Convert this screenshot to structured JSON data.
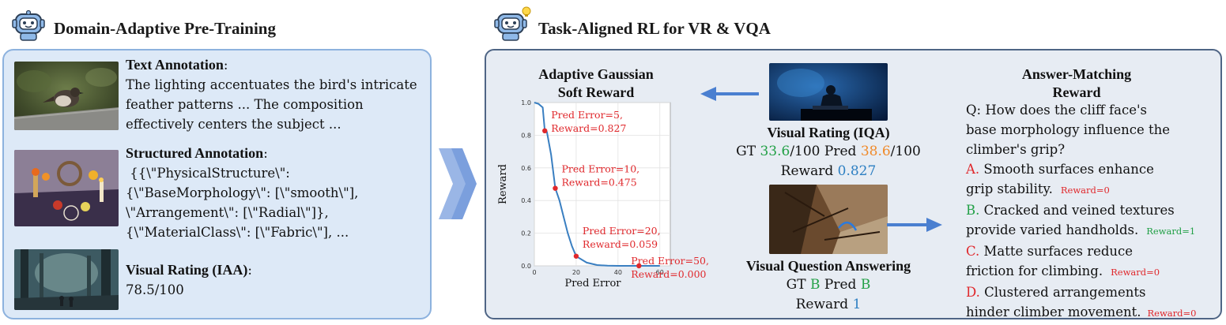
{
  "left": {
    "heading": "Domain-Adaptive Pre-Training",
    "text_annotation": {
      "label": "Text Annotation",
      "label_suffix": ":",
      "lines": [
        "The lighting accentuates the bird's intricate",
        "feather patterns ... The composition",
        "effectively centers the subject ..."
      ]
    },
    "structured_annotation": {
      "label": "Structured Annotation",
      "label_suffix": ":",
      "lines": [
        " {{\\\"PhysicalStructure\\\":",
        "{\\\"BaseMorphology\\\": [\\\"smooth\\\"],",
        "\\\"Arrangement\\\": [\\\"Radial\\\"]},",
        "{\\\"MaterialClass\\\": [\\\"Fabric\\\"], ..."
      ]
    },
    "visual_rating": {
      "label": "Visual Rating (IAA)",
      "label_suffix": ":",
      "value": "78.5/100"
    }
  },
  "right": {
    "heading": "Task-Aligned RL for VR & VQA",
    "gaussian": {
      "title_line1": "Adaptive Gaussian",
      "title_line2": "Soft Reward"
    },
    "iqa": {
      "title": "Visual Rating (IQA)",
      "gt_prefix": "GT ",
      "gt_value": "33.6",
      "gt_suffix": "/100 Pred ",
      "pred_value": "38.6",
      "pred_suffix": "/100",
      "reward_prefix": "Reward ",
      "reward_value": "0.827"
    },
    "vqa": {
      "title": "Visual Question Answering",
      "gt_prefix": "GT ",
      "gt_value": "B",
      "pred_prefix": " Pred ",
      "pred_value": "B",
      "reward_prefix": "Reward ",
      "reward_value": "1"
    },
    "answer_matching": {
      "title_line1": "Answer-Matching",
      "title_line2": "Reward",
      "question_lines": [
        "Q: How does the cliff face's",
        "base morphology influence the",
        "climber's grip?"
      ],
      "options": [
        {
          "letter": "A.",
          "line1": " Smooth surfaces enhance",
          "line2": "grip stability.",
          "reward": "Reward=0"
        },
        {
          "letter": "B.",
          "line1": " Cracked and veined textures",
          "line2": "provide varied handholds.",
          "reward": "Reward=1"
        },
        {
          "letter": "C.",
          "line1": " Matte surfaces reduce",
          "line2": "friction for climbing.",
          "reward": "Reward=0"
        },
        {
          "letter": "D.",
          "line1": " Clustered arrangements",
          "line2": "hinder climber movement.",
          "reward": "Reward=0"
        }
      ]
    }
  },
  "colors": {
    "correct": "#22a046",
    "wrong": "#e0282c",
    "gt": "#22a046",
    "pred": "#f08a2a",
    "reward": "#2d7fc2",
    "curve": "#3a7fc1",
    "arrow": "#4a7fd0"
  },
  "chart_data": {
    "type": "line",
    "xlabel": "Pred Error",
    "ylabel": "Reward",
    "xlim": [
      0,
      65
    ],
    "ylim": [
      0,
      1.0
    ],
    "xticks": [
      "0",
      "20",
      "40",
      "60"
    ],
    "yticks": [
      "0.0",
      "0.2",
      "0.4",
      "0.6",
      "0.8",
      "1.0"
    ],
    "grid": true,
    "series": [
      {
        "x": [
          0,
          2,
          4,
          5,
          6,
          8,
          10,
          12,
          14,
          16,
          18,
          20,
          25,
          30,
          35,
          40,
          50,
          60
        ],
        "y": [
          1.0,
          0.992,
          0.97,
          0.827,
          0.82,
          0.68,
          0.475,
          0.4,
          0.3,
          0.2,
          0.12,
          0.059,
          0.02,
          0.005,
          0.001,
          0.0,
          0.0,
          0.0
        ]
      }
    ],
    "points": [
      {
        "x": 5,
        "y": 0.827,
        "label1": "Pred Error=5,",
        "label2": "Reward=0.827"
      },
      {
        "x": 10,
        "y": 0.475,
        "label1": "Pred Error=10,",
        "label2": "Reward=0.475"
      },
      {
        "x": 20,
        "y": 0.059,
        "label1": "Pred Error=20,",
        "label2": "Reward=0.059"
      },
      {
        "x": 50,
        "y": 0.0,
        "label1": "Pred Error=50,",
        "label2": "Reward=0.000"
      }
    ]
  }
}
